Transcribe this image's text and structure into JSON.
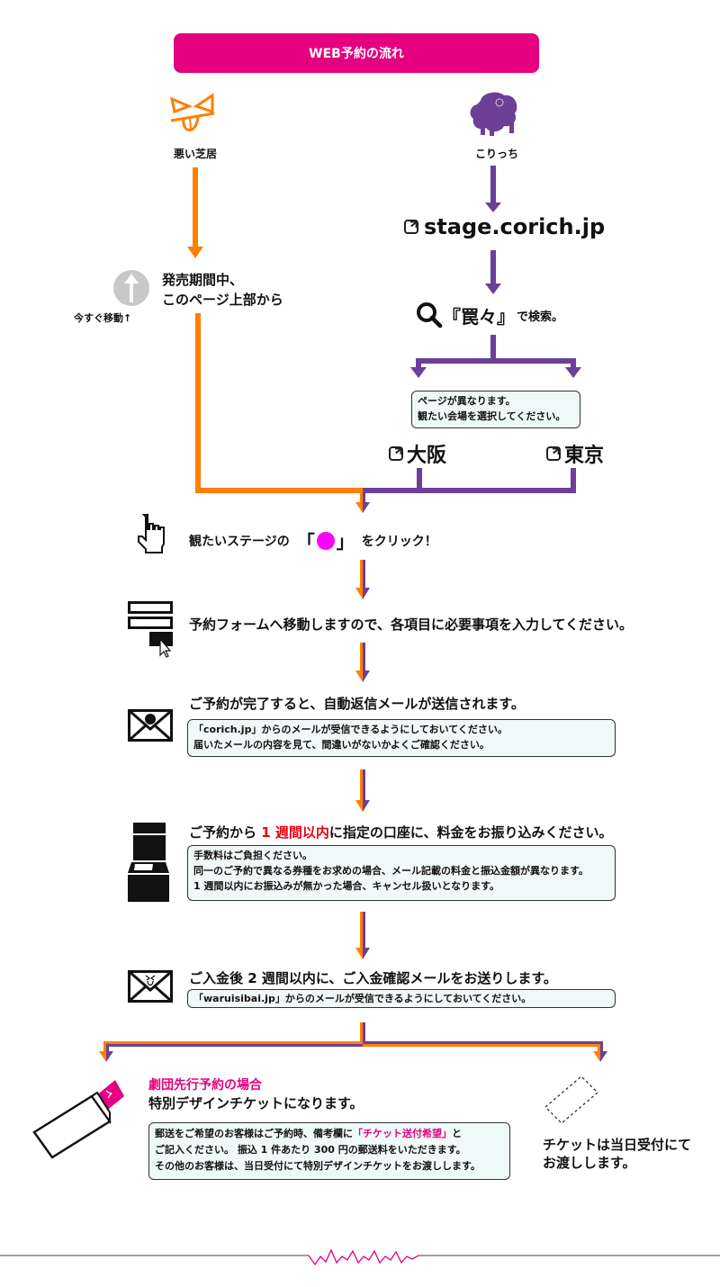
{
  "header": {
    "title": "WEB予約の流れ"
  },
  "colors": {
    "brand_pink": "#e4007f",
    "orange": "#ff8000",
    "purple": "#6c3f98",
    "highlight_red": "#e60012",
    "note_bg": "#eff9f8",
    "dot_magenta": "#ff00ff"
  },
  "left_branch": {
    "label": "悪い芝居",
    "logo_icon": "warui-shibai-face-icon",
    "info_line1": "発売期間中、",
    "info_line2": "このページ上部から",
    "jump_label": "今すぐ移動↑",
    "jump_icon": "arrow-up-circle-icon"
  },
  "right_branch": {
    "label": "こりっち",
    "logo_icon": "sheep-icon",
    "site_link": "stage.corich.jp",
    "search_open": "『",
    "search_keyword": "罠々",
    "search_close": "』",
    "search_suffix": "で検索。",
    "venue_note_line1": "ページが異なります。",
    "venue_note_line2": "観たい会場を選択してください。",
    "venue_osaka": "大阪",
    "venue_tokyo": "東京"
  },
  "steps": [
    {
      "icon": "hand-pointer-icon",
      "text_before": "観たいステージの",
      "bracket_open": "「",
      "bracket_close": "」",
      "text_after": "をクリック！"
    },
    {
      "icon": "form-icon",
      "text": "予約フォームへ移動しますので、各項目に必要事項を入力してください。"
    },
    {
      "icon": "mail-icon",
      "text": "ご予約が完了すると、自動返信メールが送信されます。",
      "note": [
        "「corich.jp」からのメールが受信できるようにしておいてください。",
        "届いたメールの内容を見て、間違いがないかよくご確認ください。"
      ]
    },
    {
      "icon": "atm-icon",
      "text_before": "ご予約から ",
      "text_highlight": "1 週間以内",
      "text_after": "に指定の口座に、料金をお振り込みください。",
      "note": [
        "手数料はご負担ください。",
        "同一のご予約で異なる券種をお求めの場合、メール記載の料金と振込金額が異なります。",
        "1 週間以内にお振込みが無かった場合、キャンセル扱いとなります。"
      ]
    },
    {
      "icon": "mail-icon",
      "text": "ご入金後 2 週間以内に、ご入金確認メールをお送りします。",
      "note": [
        "「waruisibai.jp」からのメールが受信できるようにしておいてください。"
      ]
    }
  ],
  "outcome_left": {
    "title": "劇団先行予約の場合",
    "subtitle": "特別デザインチケットになります。",
    "note_line1_before": "郵送をご希望のお客様はご予約時、備考欄に",
    "note_line1_highlight": "「チケット送付希望」",
    "note_line1_after": "と",
    "note_line2": "ご記入ください。 振込 1 件あたり 300 円の郵送料をいただきます。",
    "note_line3": "その他のお客様は、当日受付にて特別デザインチケットをお渡しします。"
  },
  "outcome_right": {
    "line1": "チケットは当日受付にて",
    "line2": "お渡しします。"
  },
  "footer": {
    "divider_logo": "waruishibai-zigzag-logo"
  }
}
